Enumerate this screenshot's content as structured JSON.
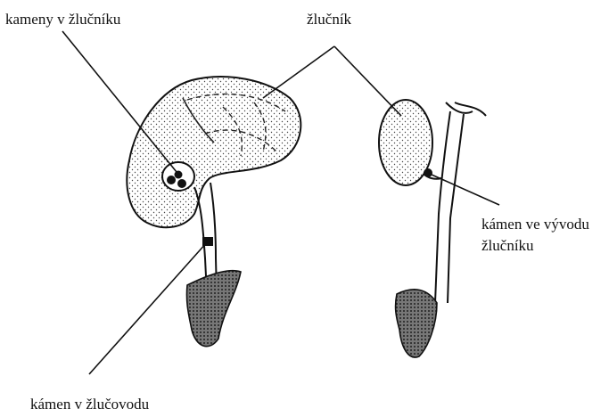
{
  "labels": {
    "stones_in_gallbladder": "kameny v žlučníku",
    "gallbladder": "žlučník",
    "stone_in_duct_line1": "kámen ve vývodu",
    "stone_in_duct_line2": "žlučníku",
    "stone_in_bile_duct": "kámen v žlučovodu"
  }
}
